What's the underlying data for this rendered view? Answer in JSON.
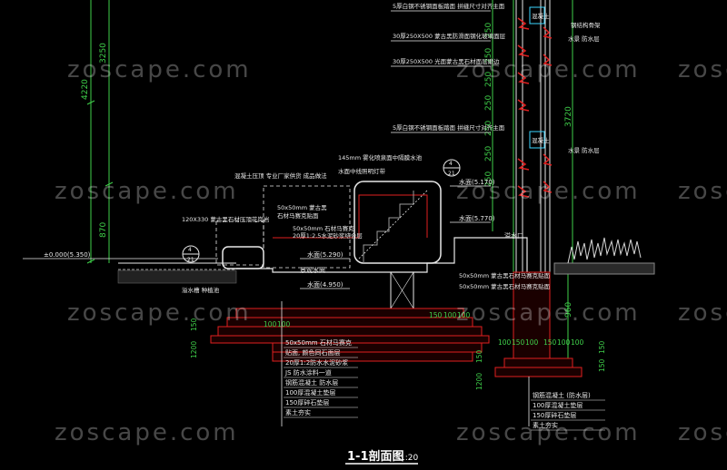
{
  "watermark": "zoscape.com",
  "drawing_title": "1-1剖面图",
  "drawing_scale": "1:20",
  "dimensions": {
    "left_upper": "3250",
    "left_total": "4220",
    "left_lower": "870",
    "column_1": "250",
    "column_2": "250",
    "column_3": "250",
    "column_4": "250",
    "column_5": "250",
    "column_6": "250",
    "column_7": "250",
    "right_total": "3720",
    "right_lower": "960",
    "base_1": "150",
    "base_2": "1200",
    "base_3": "150",
    "base_4": "1200",
    "base_5": "150",
    "base_6": "150",
    "step_a": "100",
    "step_b": "100",
    "step_c": "150",
    "step_d": "100",
    "step_e": "100",
    "step_f": "100",
    "step_g": "150",
    "step_h": "100",
    "step_i": "150",
    "step_j": "100",
    "step_k": "100"
  },
  "top_notes": {
    "note_1": "5厚白钢不锈钢面板踏面 拼缝尺寸对齐主面",
    "note_2": "30厚250X500 蒙古黑防滑面钢化玻璃面层",
    "note_3": "30厚250X500 光面蒙古黑石材面层磨边",
    "note_4": "5厚白钢不锈钢面板踏面 拼缝尺寸对齐主面",
    "right_tag_1": "混凝土",
    "right_tag_2": "钢结构骨架",
    "right_tag_3": "水景 防水层",
    "right_tag_4": "混凝土",
    "right_tag_5": "水景 防水层"
  },
  "labels": {
    "water_fountain": "145mm 雾化喷泉面中隔膜水池",
    "led_strip": "水面中线照明灯带",
    "stone_edge": "混凝土压顶 专业厂家供货 成品做法",
    "stone_120": "120X330 蒙古黑石材压顶花岗岩",
    "stone_50_a": "50x50mm 蒙古黑",
    "stone_50_b": "石材马赛克贴面",
    "stone_50c": "50x50mm 石材马赛克",
    "stone_50d": "20厚1:2.5水泥砂浆结合层",
    "level_0": "±0.000(5.350)",
    "level_1": "水面(5.170)",
    "level_2": "水面(5.770)",
    "level_3": "水面(5.290)",
    "level_4": "水面(4.950)",
    "level_5": "景观水面",
    "level_6": "溢水口",
    "grass": "溢水槽 种植池",
    "mosaic_1": "50x50mm 蒙古黑石材马赛克贴面",
    "mosaic_2": "50x50mm 蒙古黑石材马赛克贴面",
    "tag_a1": "4",
    "tag_a2": "21",
    "tag_b1": "4",
    "tag_b2": "21"
  },
  "legend_left": [
    "50x50mm 石材马赛克",
    "贴面, 颜色同石面层",
    "20厚1:2防水水泥砂浆",
    "JS 防水涂料一道",
    "钢筋混凝土 防水层",
    "100厚混凝土垫层",
    "150厚碎石垫层",
    "素土夯实"
  ],
  "legend_right": [
    "钢筋混凝土 (防水层)",
    "100厚混凝土垫层",
    "150厚碎石垫层",
    "素土夯实"
  ],
  "colors": {
    "background": "#000000",
    "line_white": "#e8e8e8",
    "line_grey": "#9a9a9a",
    "dim_green": "#3fd04a",
    "red": "#e02020",
    "cyan": "#3bd6ff",
    "yellow": "#e6d84a",
    "blue": "#4a6cff",
    "magenta": "#d050d0"
  }
}
